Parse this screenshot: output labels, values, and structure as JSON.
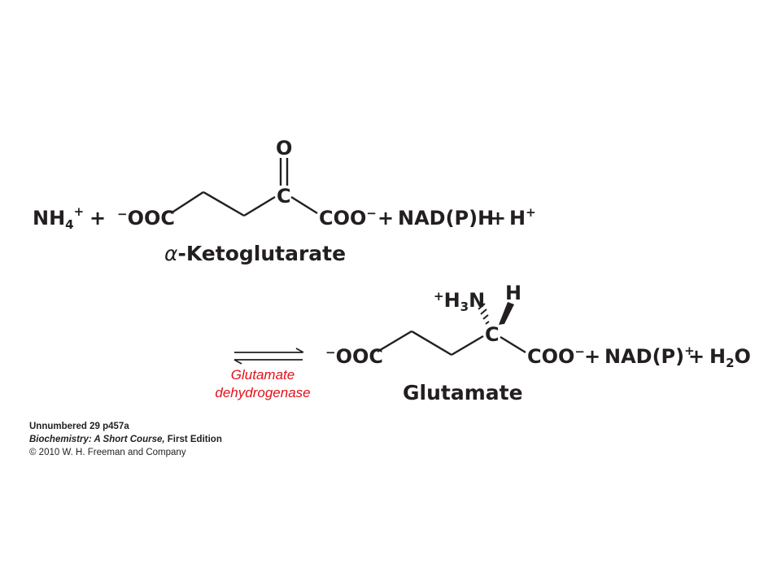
{
  "reaction": {
    "reactants": {
      "ammonium": {
        "base": "NH",
        "sub": "4",
        "sup": "+"
      },
      "plus1": "+",
      "left_carboxylate": {
        "charge": "−",
        "group": "OOC"
      },
      "carbonyl_oxygen": "O",
      "carbonyl_carbon": "C",
      "right_carboxylate": {
        "group": "COO",
        "charge": "−"
      },
      "plus2": "+",
      "cofactor": "NAD(P)H",
      "plus3": "+",
      "proton": {
        "base": "H",
        "sup": "+"
      },
      "name": {
        "prefix": "α",
        "rest": "-Ketoglutarate"
      }
    },
    "products": {
      "amino": {
        "charge": "+",
        "base": "H",
        "sub": "3",
        "tail": "N"
      },
      "hydrogen": "H",
      "alpha_carbon": "C",
      "left_carboxylate": {
        "charge": "−",
        "group": "OOC"
      },
      "right_carboxylate": {
        "group": "COO",
        "charge": "−"
      },
      "plus1": "+",
      "cofactor": {
        "base": "NAD(P)",
        "sup": "+"
      },
      "plus2": "+",
      "water": {
        "base": "H",
        "sub": "2",
        "tail": "O"
      },
      "name": "Glutamate"
    },
    "enzyme": {
      "line1": "Glutamate",
      "line2": "dehydrogenase",
      "color": "#e3101a"
    }
  },
  "credit": {
    "line1": "Unnumbered 29 p457a",
    "line2_italic": "Biochemistry: A Short Course,",
    "line2_rest": " First Edition",
    "line3": "© 2010 W. H. Freeman and Company"
  }
}
